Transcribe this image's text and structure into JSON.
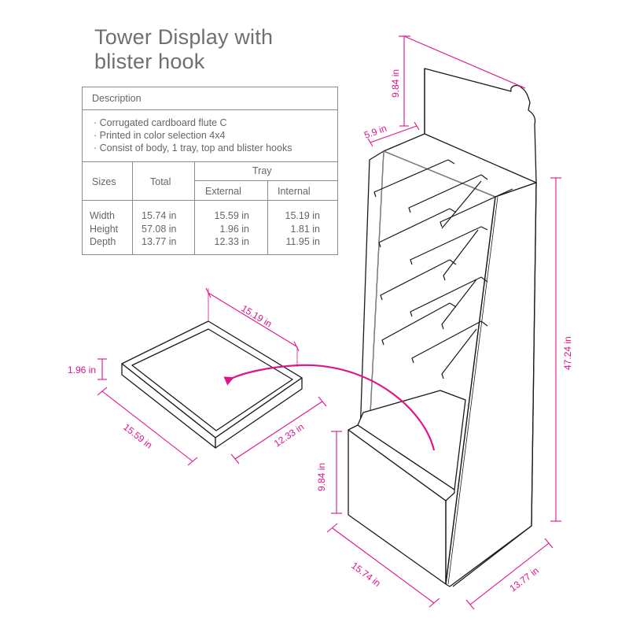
{
  "title": {
    "line1": "Tower Display with",
    "line2": "blister hook"
  },
  "spec_table": {
    "description_header": "Description",
    "description_items": [
      "· Corrugated cardboard flute C",
      "· Printed in color selection 4x4",
      "· Consist of body, 1 tray, top and blister hooks"
    ],
    "col_sizes": "Sizes",
    "col_total": "Total",
    "col_tray": "Tray",
    "col_external": "External",
    "col_internal": "Internal",
    "rows": [
      {
        "label": "Width",
        "total": "15.74 in",
        "external": "15.59 in",
        "internal": "15.19 in"
      },
      {
        "label": "Height",
        "total": "57.08 in",
        "external": "1.96 in",
        "internal": "1.81 in"
      },
      {
        "label": "Depth",
        "total": "13.77 in",
        "external": "12.33 in",
        "internal": "11.95 in"
      }
    ]
  },
  "dimensions": {
    "top_height": "9.84 in",
    "top_depth": "5.9 in",
    "body_height": "47.24 in",
    "base_height": "9.84 in",
    "base_width": "15.74 in",
    "base_depth": "13.77 in",
    "tray_inner_width": "15.19 in",
    "tray_height": "1.96 in",
    "tray_outer_width": "15.59 in",
    "tray_depth": "12.33 in"
  },
  "colors": {
    "dimension_accent": "#e0158a",
    "line_art": "#1a1a1a",
    "text_gray": "#666666"
  }
}
